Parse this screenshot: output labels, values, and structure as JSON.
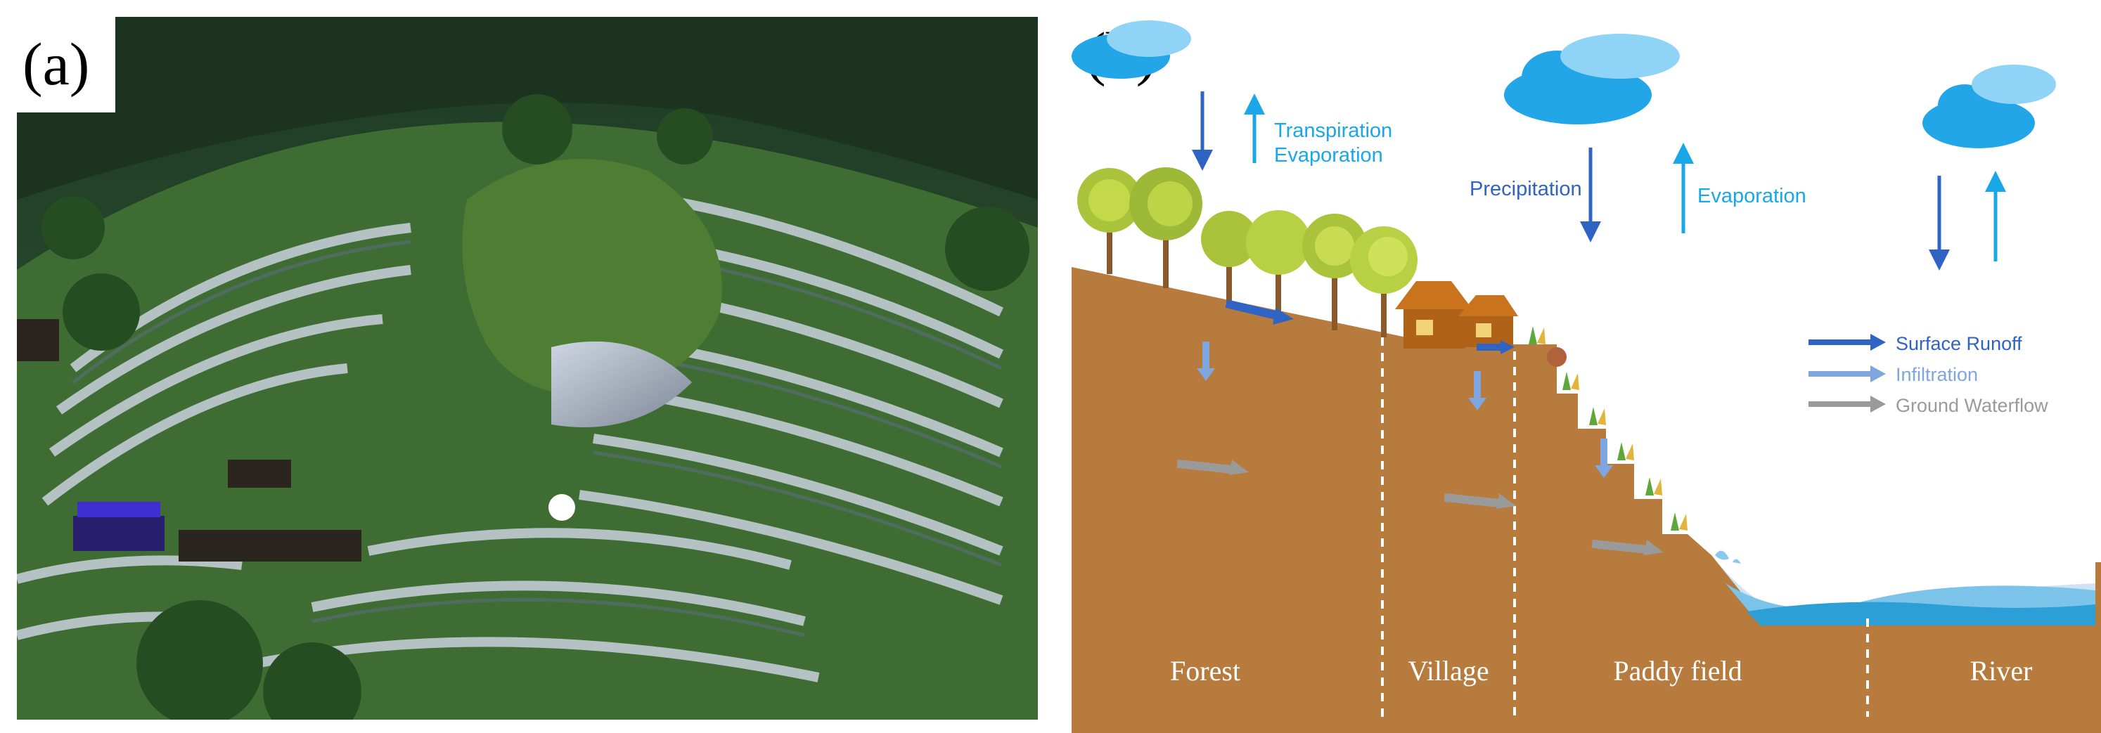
{
  "panels": {
    "a": {
      "label": "(a)",
      "description_icon": "terraced-paddy-photo"
    },
    "b": {
      "label": "(b)",
      "zones": {
        "forest": "Forest",
        "village": "Village",
        "paddy": "Paddy field",
        "river": "River"
      },
      "flows": {
        "transpiration": "Transpiration",
        "evaporation_forest": "Evaporation",
        "precipitation": "Precipitation",
        "evaporation": "Evaporation"
      },
      "legend": [
        {
          "label": "Surface Runoff",
          "color": "#2f63c4"
        },
        {
          "label": "Infiltration",
          "color": "#7fa6de"
        },
        {
          "label": "Ground Waterflow",
          "color": "#9a9a9a"
        }
      ],
      "colors": {
        "soil": "#b77b3e",
        "cloud": "#22a6e8",
        "arrow_down": "#2f63c4",
        "arrow_up": "#1aa7e8",
        "water": "#2c9fd6"
      }
    }
  }
}
